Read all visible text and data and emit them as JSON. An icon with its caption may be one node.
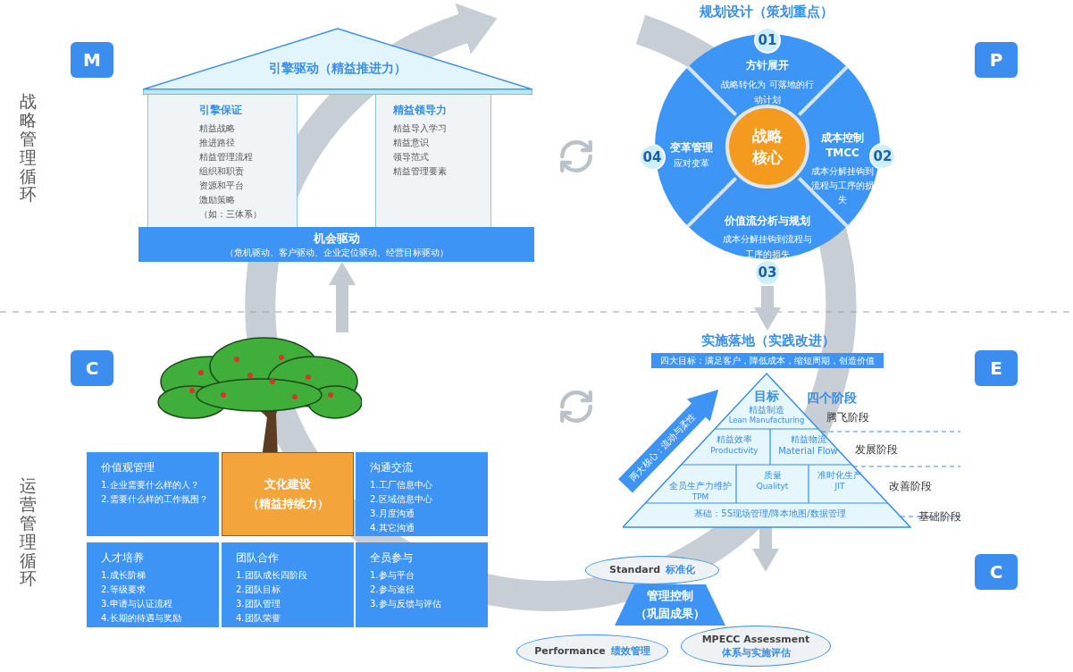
{
  "diagram": {
    "nodes": [
      {
        "text": [
          "M"
        ]
      },
      {
        "text": [
          "引擎驱动（精益推进力）"
        ]
      },
      {
        "text": [
          "引擎保证",
          "精益战略",
          "推进路径",
          "精益管理流程",
          "组织和职责",
          "资源和平台",
          "激励策略",
          "（如：三体系）"
        ]
      },
      {
        "text": [
          "精益领导力",
          "精益导入学习",
          "精益意识",
          "领导范式",
          "精益管理要素"
        ]
      },
      {
        "text": [
          "机会驱动",
          "（危机驱动、客户驱动、企业定位驱动、经营目标驱动）"
        ]
      },
      {
        "text": [
          "P"
        ]
      },
      {
        "text": [],
        "shape": "circle"
      },
      {
        "text": [
          "方针展开",
          "战略转化为 可落地的行动计划"
        ],
        "in": 6
      },
      {
        "text": [
          "成本控制 TMCC",
          "成本分解挂钩到流程与工序的损失"
        ],
        "in": 6
      },
      {
        "text": [
          "价值流分析与规划",
          "成本分解挂钩到流程与工序的损失"
        ],
        "in": 6
      },
      {
        "text": [
          "变革管理",
          "应对变革"
        ],
        "in": 6
      },
      {
        "text": [
          "战略核心"
        ],
        "in": 6
      },
      {
        "text": [
          "01"
        ]
      },
      {
        "text": [
          "02"
        ]
      },
      {
        "text": [
          "03"
        ]
      },
      {
        "text": [
          "04"
        ]
      },
      {
        "text": [
          "C"
        ]
      },
      {
        "text": [
          "E"
        ]
      },
      {
        "text": [],
        "shape": "picture"
      },
      {
        "text": [
          "价值观管理",
          "1.企业需要什么样的人？",
          "2.需要什么样的工作氛围？"
        ]
      },
      {
        "text": [
          "文化建设",
          "（精益持续力）"
        ]
      },
      {
        "text": [
          "沟通交流",
          "1.工厂信息中心",
          "2.区域信息中心",
          "3.月度沟通",
          "4.其它沟通"
        ]
      },
      {
        "text": [
          "人才培养",
          "1.成长阶梯",
          "2.等级要求",
          "3.申请与认证流程",
          "4.长期的待遇与奖励"
        ]
      },
      {
        "text": [
          "团队合作",
          "1.团队成长四阶段",
          "2.团队目标",
          "3.团队管理",
          "4.团队荣誉"
        ]
      },
      {
        "text": [
          "全员参与",
          "1.参与平台",
          "2.参与途径",
          "3.参与反馈与评估"
        ]
      },
      {
        "text": [
          "四大目标：满足客户，降低成本，缩短周期，创造价值"
        ]
      },
      {
        "text": [],
        "shape": "triangle"
      },
      {
        "text": [
          "目标",
          "精益制造",
          "Lean Manufacturing"
        ],
        "in": 26
      },
      {
        "text": [
          "精益效率",
          "Productivity"
        ],
        "in": 26
      },
      {
        "text": [
          "精益物流",
          "Material Flow"
        ],
        "in": 26
      },
      {
        "text": [
          "全员生产力维护",
          "TPM"
        ],
        "in": 26
      },
      {
        "text": [
          "质量",
          "Qualityt"
        ],
        "in": 26
      },
      {
        "text": [
          "准时化生产",
          "JIT"
        ],
        "in": 26
      },
      {
        "text": [
          "基础：5S现场管理/降本地图/数据管理"
        ],
        "in": 26
      },
      {
        "text": [
          "两大核心：流动与柔性"
        ]
      },
      {
        "text": [
          "C"
        ]
      },
      {
        "text": [
          "Standard",
          "标准化"
        ]
      },
      {
        "text": [
          "管理控制",
          "（巩固成果）"
        ]
      },
      {
        "text": [
          "Performance",
          "绩效管理"
        ]
      },
      {
        "text": [
          "MPECC Assessment",
          "体系与实施评估"
        ]
      },
      {
        "text": [
          "实施落地（实践改进）"
        ]
      }
    ],
    "edges": [
      {
        "from": 14,
        "to": 40,
        "arrow": "to"
      },
      {
        "from": 33,
        "to": null,
        "arrow": "to"
      },
      {
        "from": 18,
        "to": 4,
        "arrow": "to"
      }
    ],
    "labels": [
      "战略管理循环",
      "规划设计（策划重点）",
      "运营管理循环",
      "四个阶段",
      "腾飞阶段",
      "发展阶段",
      "改善阶段",
      "基础阶段"
    ]
  }
}
